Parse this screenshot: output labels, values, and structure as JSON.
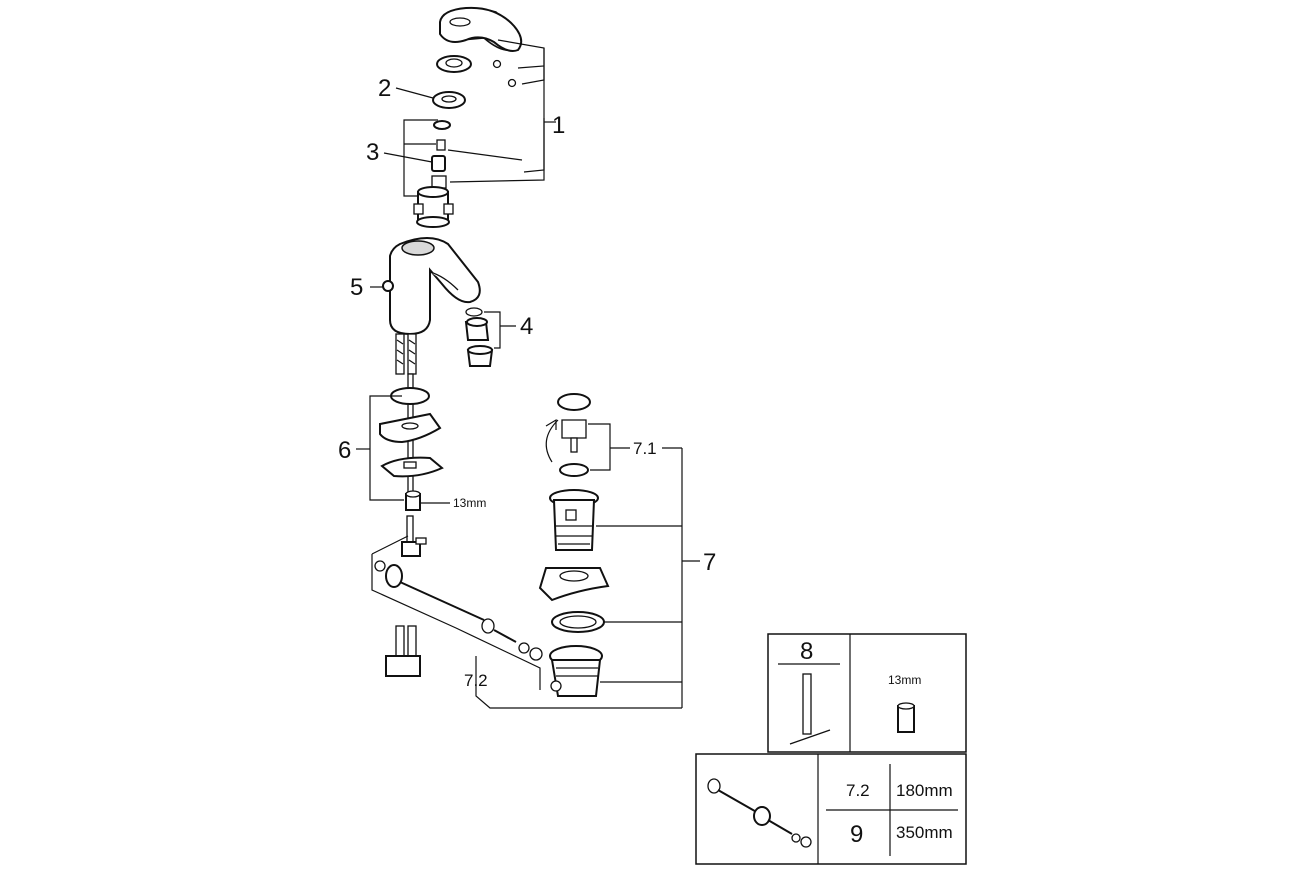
{
  "callouts": {
    "c1": "1",
    "c2": "2",
    "c3": "3",
    "c4": "4",
    "c5": "5",
    "c6": "6",
    "c7": "7",
    "c7_1": "7.1",
    "c7_2": "7.2",
    "wrench_size": "13mm"
  },
  "table": {
    "part8": "8",
    "part8_size": "13mm",
    "rows": [
      {
        "part": "7.2",
        "length": "180mm"
      },
      {
        "part": "9",
        "length": "350mm"
      }
    ]
  }
}
